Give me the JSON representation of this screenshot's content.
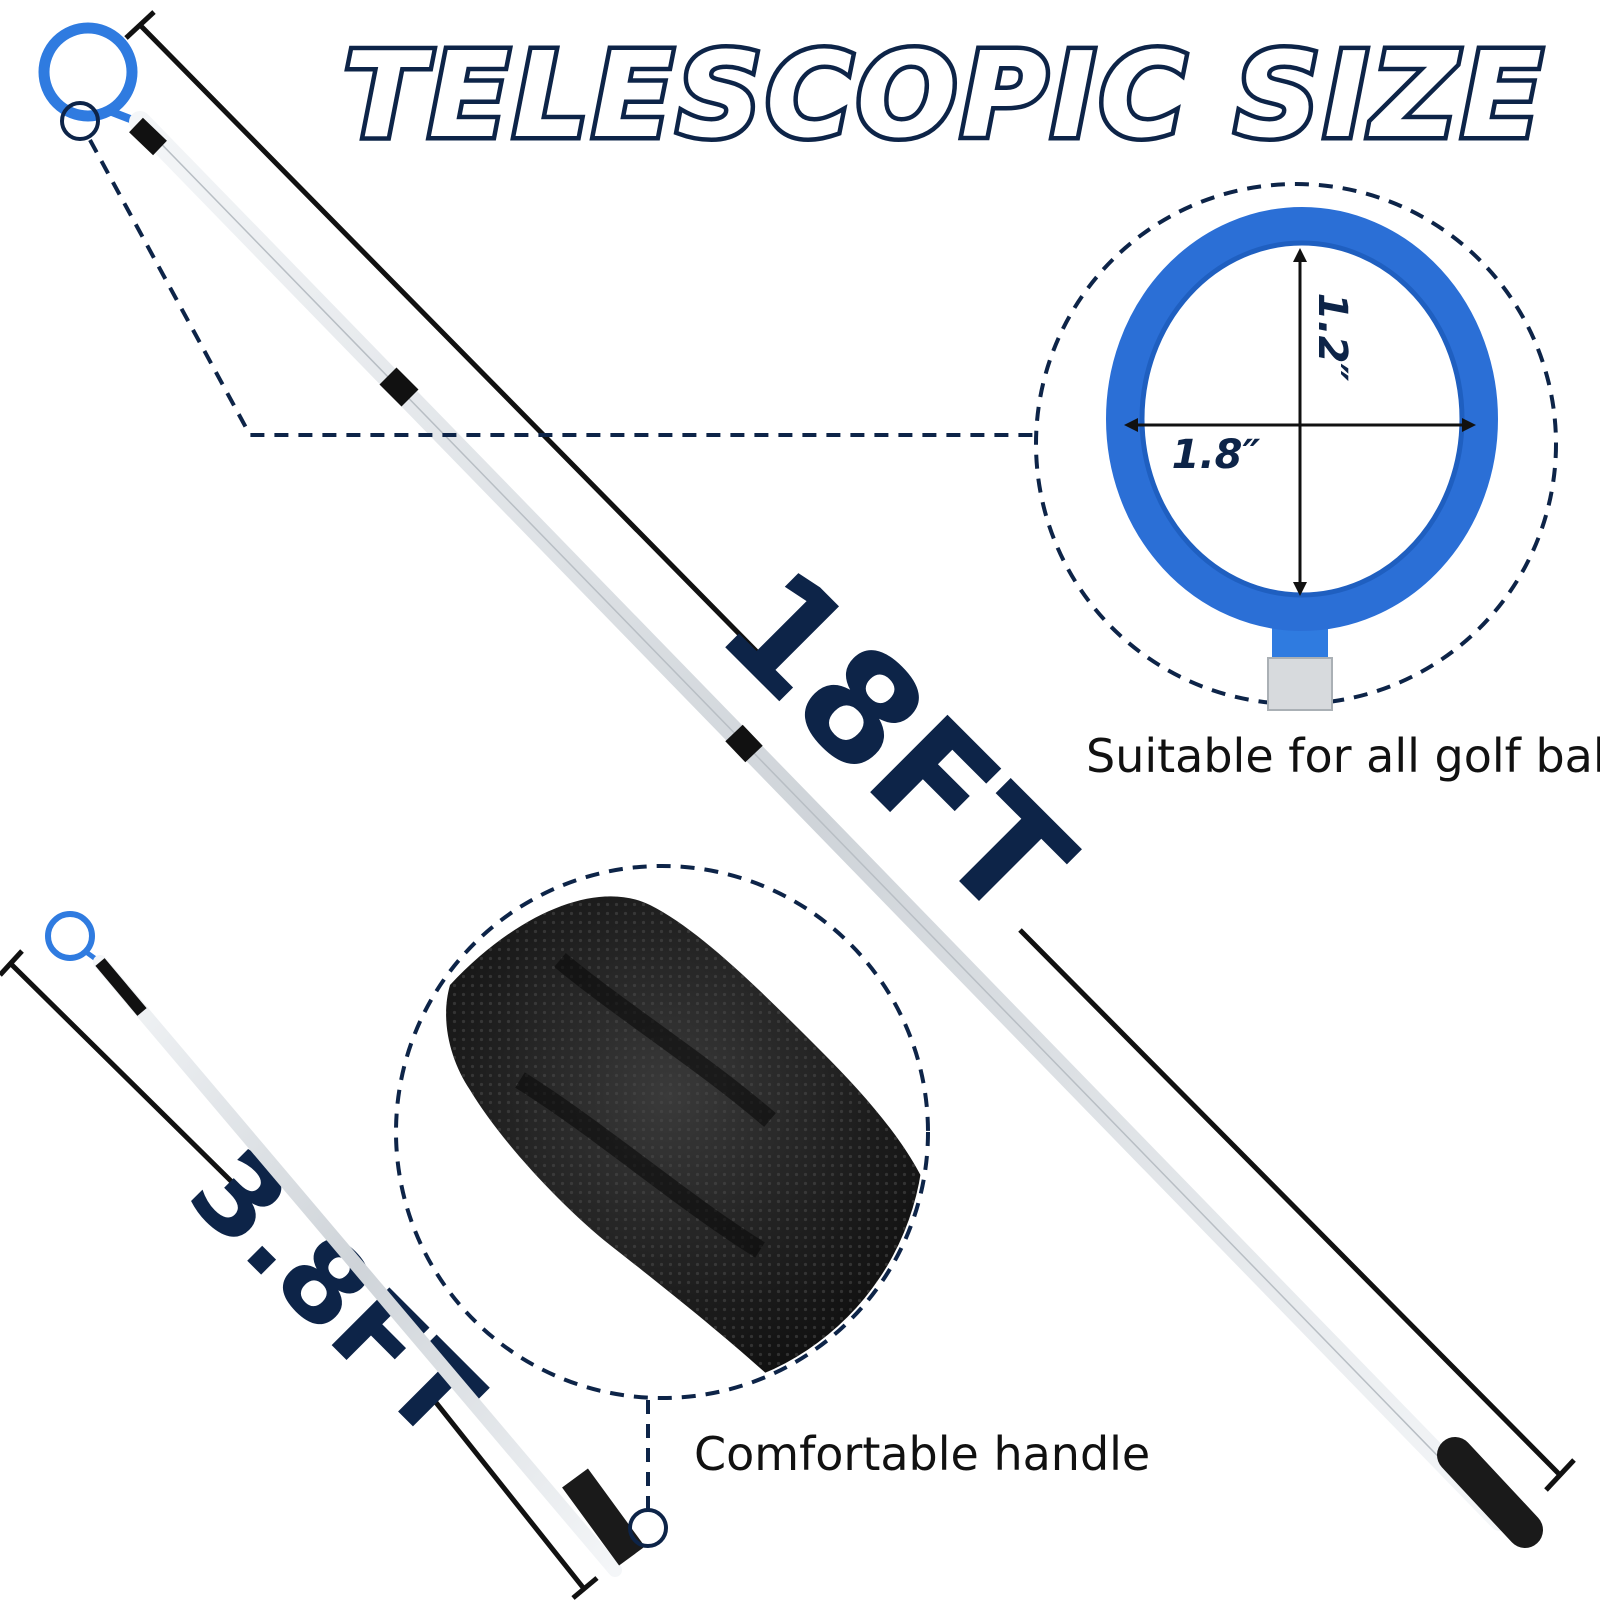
{
  "title": "TELESCOPIC SIZE",
  "extended_length": "18FT",
  "collapsed_length": "3.8FT",
  "ring_height": "1.2″",
  "ring_width": "1.8″",
  "ring_caption": "Suitable for all golf ball",
  "handle_caption": "Comfortable handle",
  "colors": {
    "navy": "#0d2448",
    "blue": "#2f7be0",
    "silver": "#d9dde1",
    "black": "#151515"
  }
}
